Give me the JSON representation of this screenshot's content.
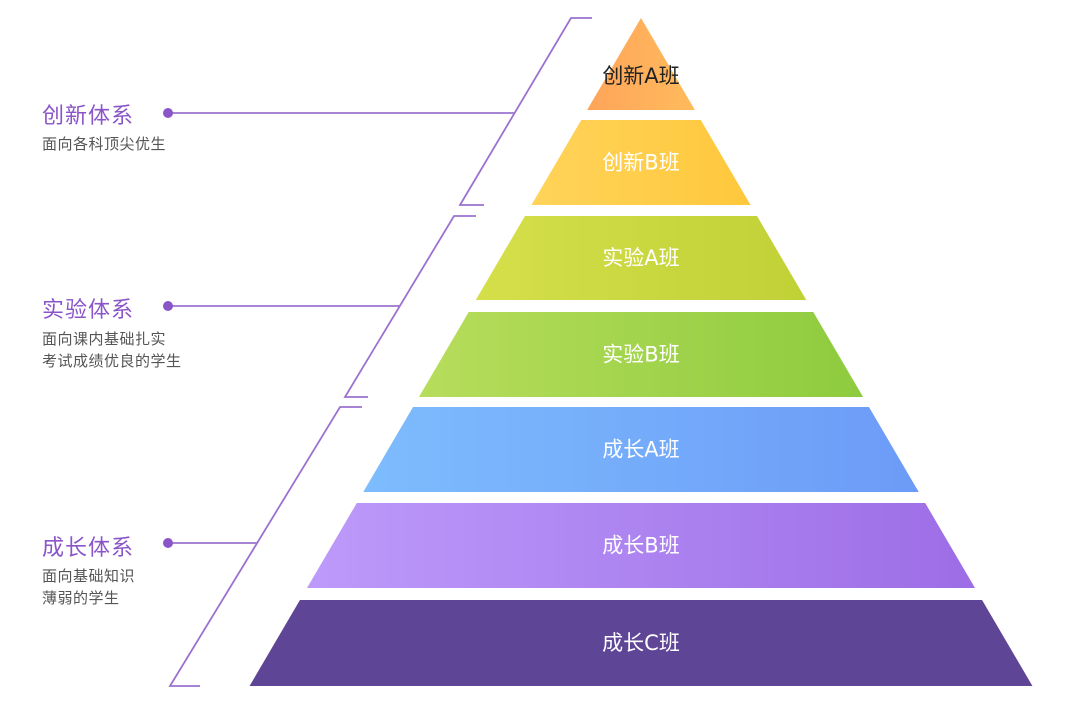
{
  "colors": {
    "accent": "#8a55c9",
    "bracket": "#9b72cf",
    "description": "#555555"
  },
  "tiers": [
    {
      "label": "创新A班",
      "color_start": "#ffa45a",
      "color_end": "#ffbb5c",
      "text_color": "#222222"
    },
    {
      "label": "创新B班",
      "color_start": "#ffd35a",
      "color_end": "#ffc83c",
      "text_color": "#ffffff"
    },
    {
      "label": "实验A班",
      "color_start": "#d5df4a",
      "color_end": "#c0d136",
      "text_color": "#ffffff"
    },
    {
      "label": "实验B班",
      "color_start": "#b7dd5c",
      "color_end": "#8ecb3e",
      "text_color": "#ffffff"
    },
    {
      "label": "成长A班",
      "color_start": "#7dbcfd",
      "color_end": "#6c9bf7",
      "text_color": "#ffffff"
    },
    {
      "label": "成长B班",
      "color_start": "#bd9afa",
      "color_end": "#9d6de6",
      "text_color": "#ffffff"
    },
    {
      "label": "成长C班",
      "color_start": "#5e4596",
      "color_end": "#5e4596",
      "text_color": "#ffffff"
    }
  ],
  "systems": [
    {
      "title": "创新体系",
      "description": [
        "面向各科顶尖优生"
      ]
    },
    {
      "title": "实验体系",
      "description": [
        "面向课内基础扎实",
        "考试成绩优良的学生"
      ]
    },
    {
      "title": "成长体系",
      "description": [
        "面向基础知识",
        "薄弱的学生"
      ]
    }
  ]
}
